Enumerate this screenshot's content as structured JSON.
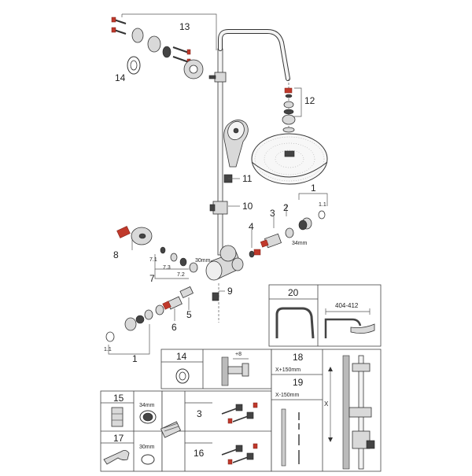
{
  "callouts": {
    "c1_top": "1",
    "c1_1_top": "1.1",
    "c2": "2",
    "c3": "3",
    "c4": "4",
    "c5": "5",
    "c6": "6",
    "c7": "7",
    "c7_1": "7.1",
    "c7_2": "7.2",
    "c7_3": "7.3",
    "c8": "8",
    "c9": "9",
    "c10": "10",
    "c11": "11",
    "c12": "12",
    "c13": "13",
    "c14": "14",
    "c1_bottom": "1",
    "c1_1_bottom": "1.1"
  },
  "dims": {
    "d34_top": "34mm",
    "d30_mid": "30mm",
    "d34_box": "34mm",
    "d30_box": "30mm",
    "range": "404-412",
    "plus8": "+8",
    "x_plus": "X+150mm",
    "x_minus": "X-150mm",
    "x": "X"
  },
  "panels": {
    "p20": "20",
    "p14": "14",
    "p15": "15",
    "p17": "17",
    "p3": "3",
    "p16": "16",
    "p18": "18",
    "p19": "19"
  }
}
